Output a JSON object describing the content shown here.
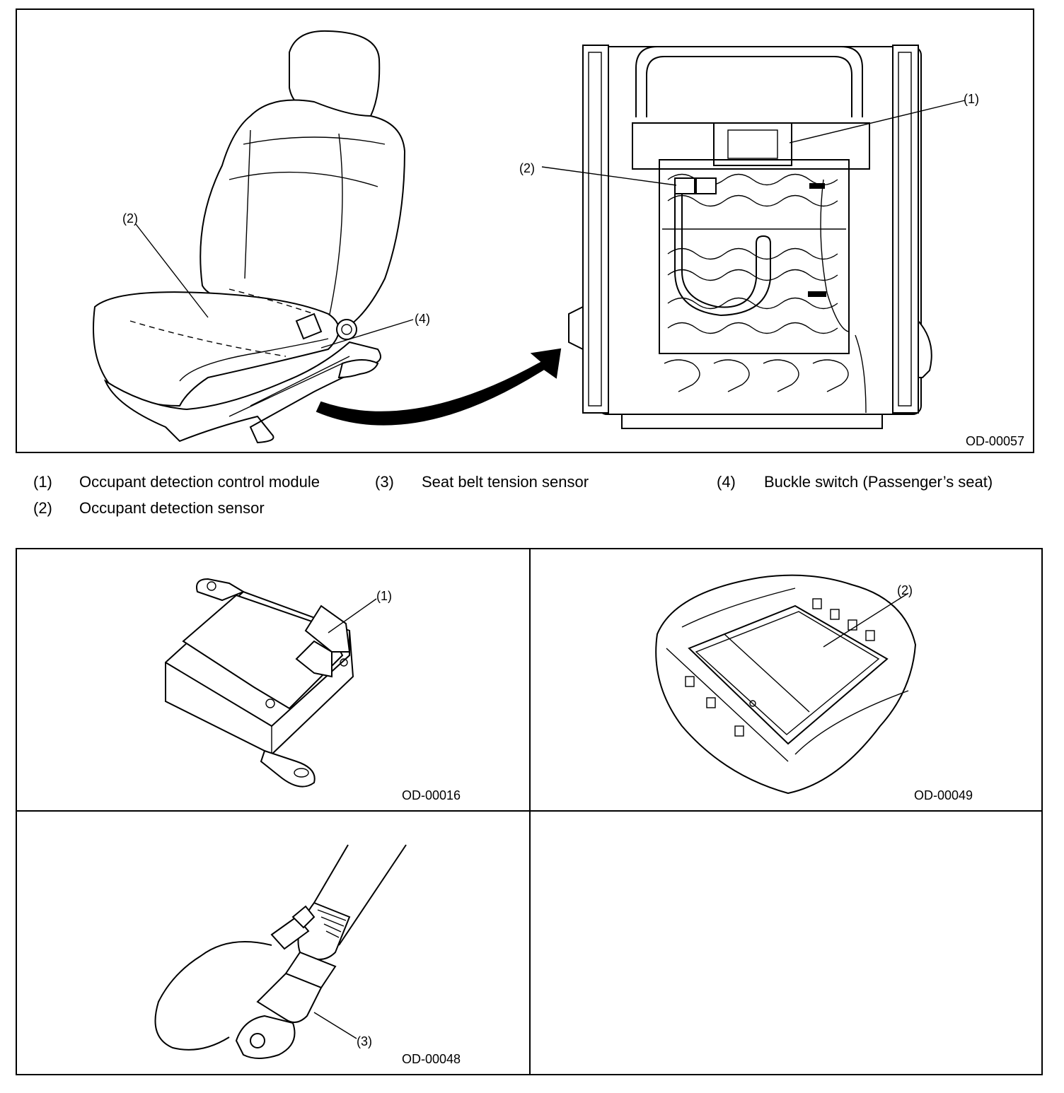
{
  "top_figure": {
    "code": "OD-00057",
    "callouts": {
      "c1": "(1)",
      "c2_left": "(2)",
      "c2_right": "(2)",
      "c4": "(4)"
    }
  },
  "legend": [
    {
      "num": "(1)",
      "text": "Occupant detection control module"
    },
    {
      "num": "(3)",
      "text": "Seat belt tension sensor"
    },
    {
      "num": "(4)",
      "text": "Buckle switch (Passenger’s seat)"
    },
    {
      "num": "(2)",
      "text": "Occupant detection sensor"
    }
  ],
  "panels": {
    "module": {
      "code": "OD-00016",
      "callout": "(1)"
    },
    "sensor": {
      "code": "OD-00049",
      "callout": "(2)"
    },
    "tension": {
      "code": "OD-00048",
      "callout": "(3)"
    }
  }
}
